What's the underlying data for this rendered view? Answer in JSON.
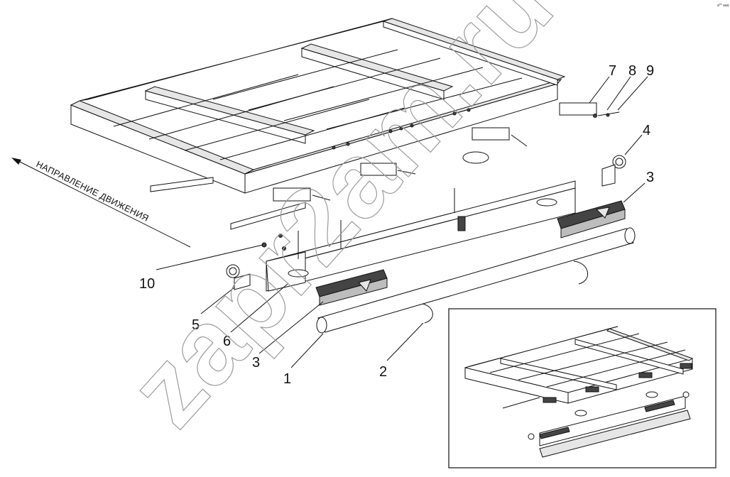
{
  "direction_label": "НАПРАВЛЕНИЕ ДВИЖЕНИЯ",
  "watermark": "zapr2am.ru",
  "callouts": [
    "1",
    "2",
    "3",
    "3",
    "4",
    "5",
    "6",
    "7",
    "8",
    "9",
    "10"
  ],
  "corner_mark": "a** aaa"
}
